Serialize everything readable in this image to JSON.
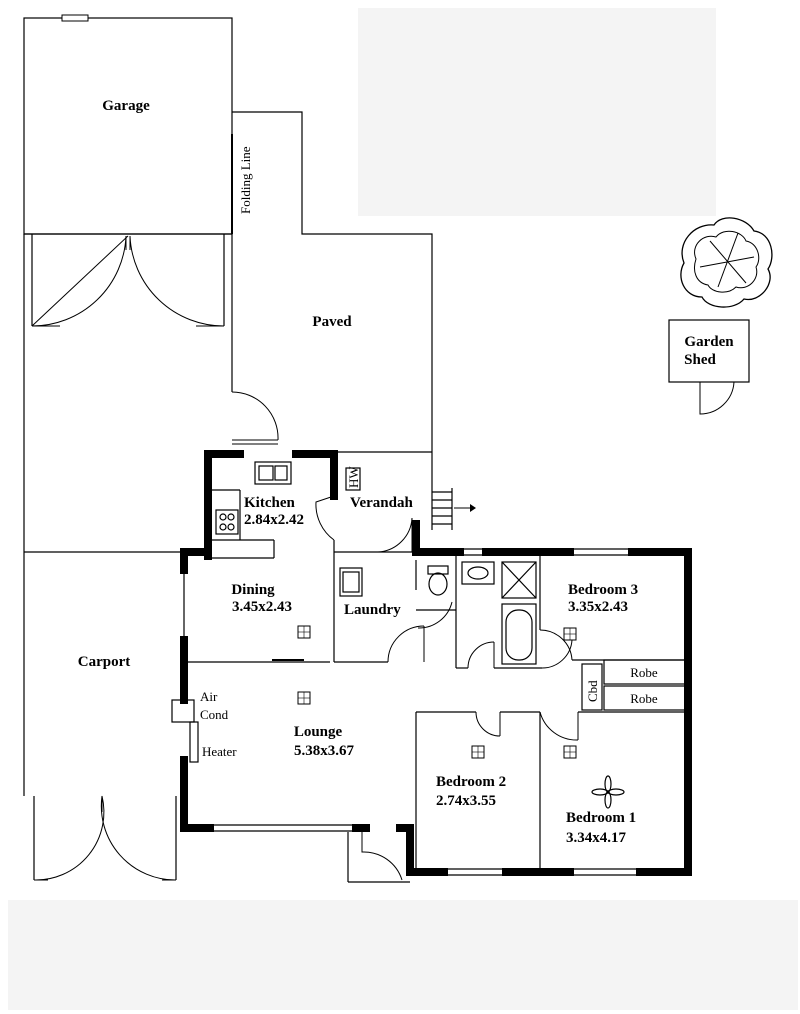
{
  "labels": {
    "garage": "Garage",
    "folding_line": "Folding Line",
    "paved": "Paved",
    "garden": "Garden",
    "shed": "Shed",
    "kitchen": "Kitchen",
    "kitchen_dim": "2.84x2.42",
    "verandah": "Verandah",
    "dining": "Dining",
    "dining_dim": "3.45x2.43",
    "laundry": "Laundry",
    "bedroom3": "Bedroom 3",
    "bedroom3_dim": "3.35x2.43",
    "carport": "Carport",
    "air": "Air",
    "cond": "Cond",
    "heater": "Heater",
    "lounge": "Lounge",
    "lounge_dim": "5.38x3.67",
    "robe1": "Robe",
    "robe2": "Robe",
    "cbd": "Cbd",
    "bedroom2": "Bedroom 2",
    "bedroom2_dim": "2.74x3.55",
    "bedroom1": "Bedroom 1",
    "bedroom1_dim": "3.34x4.17",
    "hw": "HW"
  },
  "icons": [
    "tree-icon",
    "ceiling-fan-icon",
    "vent-icon",
    "stove-icon",
    "sink-icon",
    "toilet-icon",
    "bath-icon",
    "shower-icon",
    "arrow-right-icon"
  ]
}
